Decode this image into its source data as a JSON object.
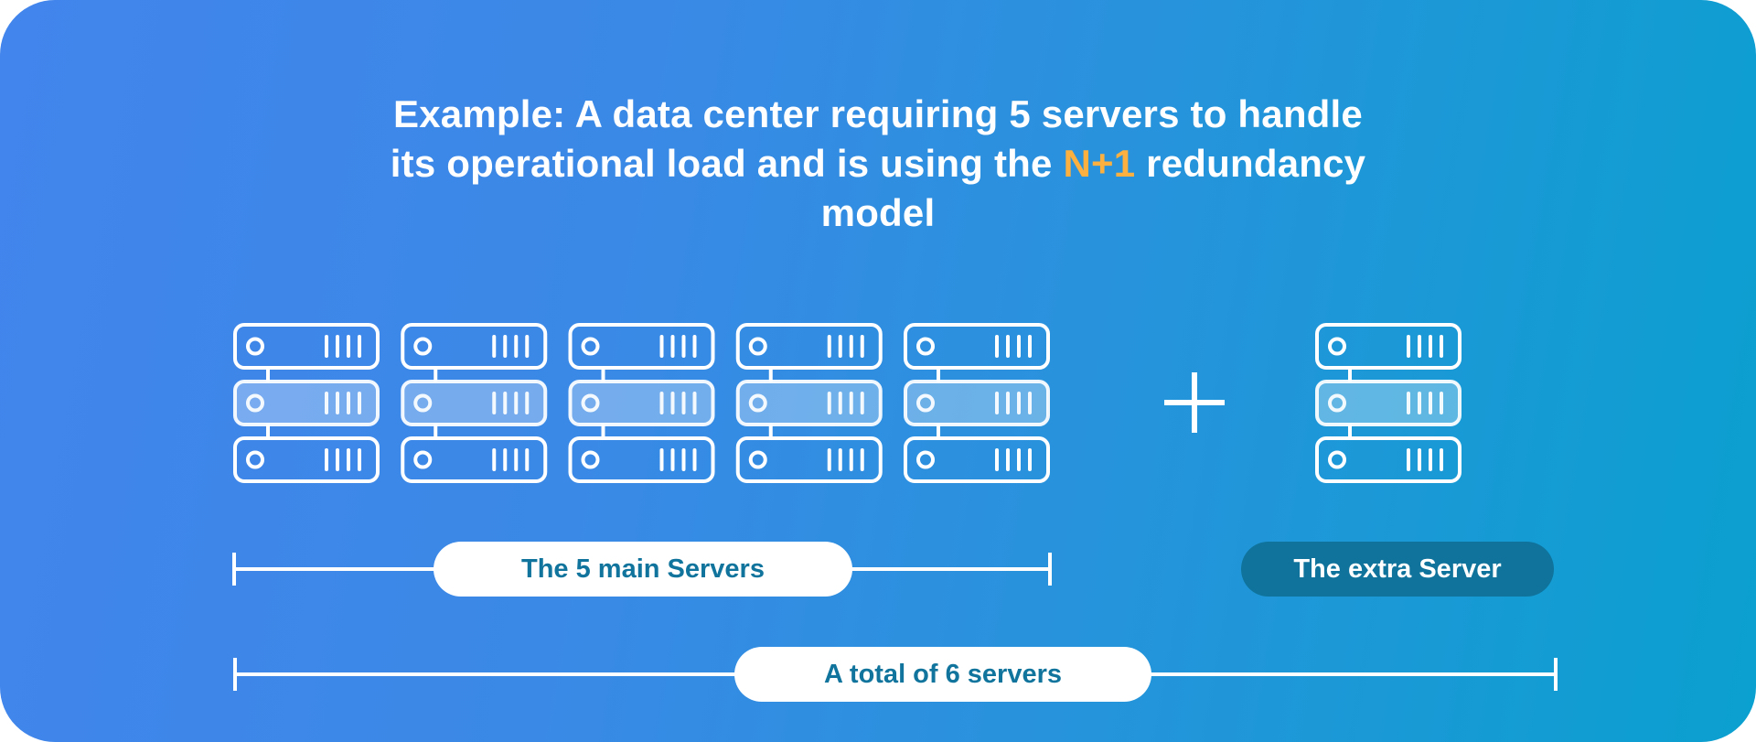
{
  "title": {
    "line1": "Example: A data center requiring 5 servers to handle",
    "line2_before": "its operational load and is using the",
    "line2_accent": "N+1",
    "line2_after": "redundancy",
    "line3": "model"
  },
  "main_servers": {
    "count": 5,
    "label": "The 5 main Servers"
  },
  "extra_server": {
    "count": 1,
    "label": "The extra Server"
  },
  "plus_symbol": "plus-icon",
  "total": {
    "count": 6,
    "label": "A total of 6 servers"
  },
  "colors": {
    "background_start": "#4285ec",
    "background_end": "#0aa0cf",
    "accent": "#fbb040",
    "pill_text": "#10749c",
    "dark_pill": "#0f739b",
    "stroke": "#ffffff"
  }
}
